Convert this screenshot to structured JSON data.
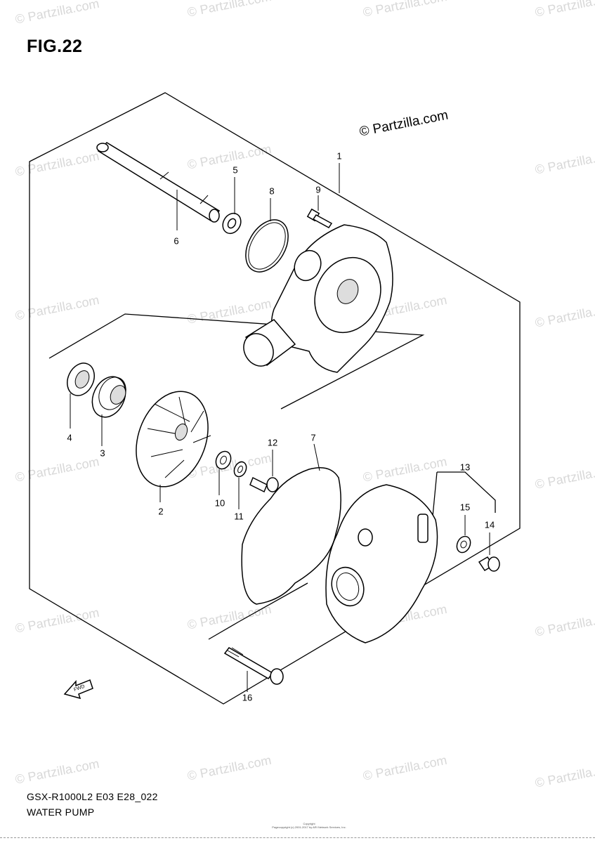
{
  "figure": {
    "title": "FIG.22"
  },
  "copyright_text": "© Partzilla.com",
  "watermark_text": "© Partzilla.com",
  "footer": {
    "model_code": "GSX-R1000L2 E03 E28_022",
    "name": "WATER PUMP",
    "fine_print_1": "Copyright",
    "fine_print_2": "Pagecopyright (c) 2001-2017 by ARI Network Services, Inc."
  },
  "fwd_label": "FWD",
  "callouts": [
    "1",
    "2",
    "3",
    "4",
    "5",
    "6",
    "7",
    "8",
    "9",
    "10",
    "11",
    "12",
    "13",
    "14",
    "15",
    "16"
  ]
}
